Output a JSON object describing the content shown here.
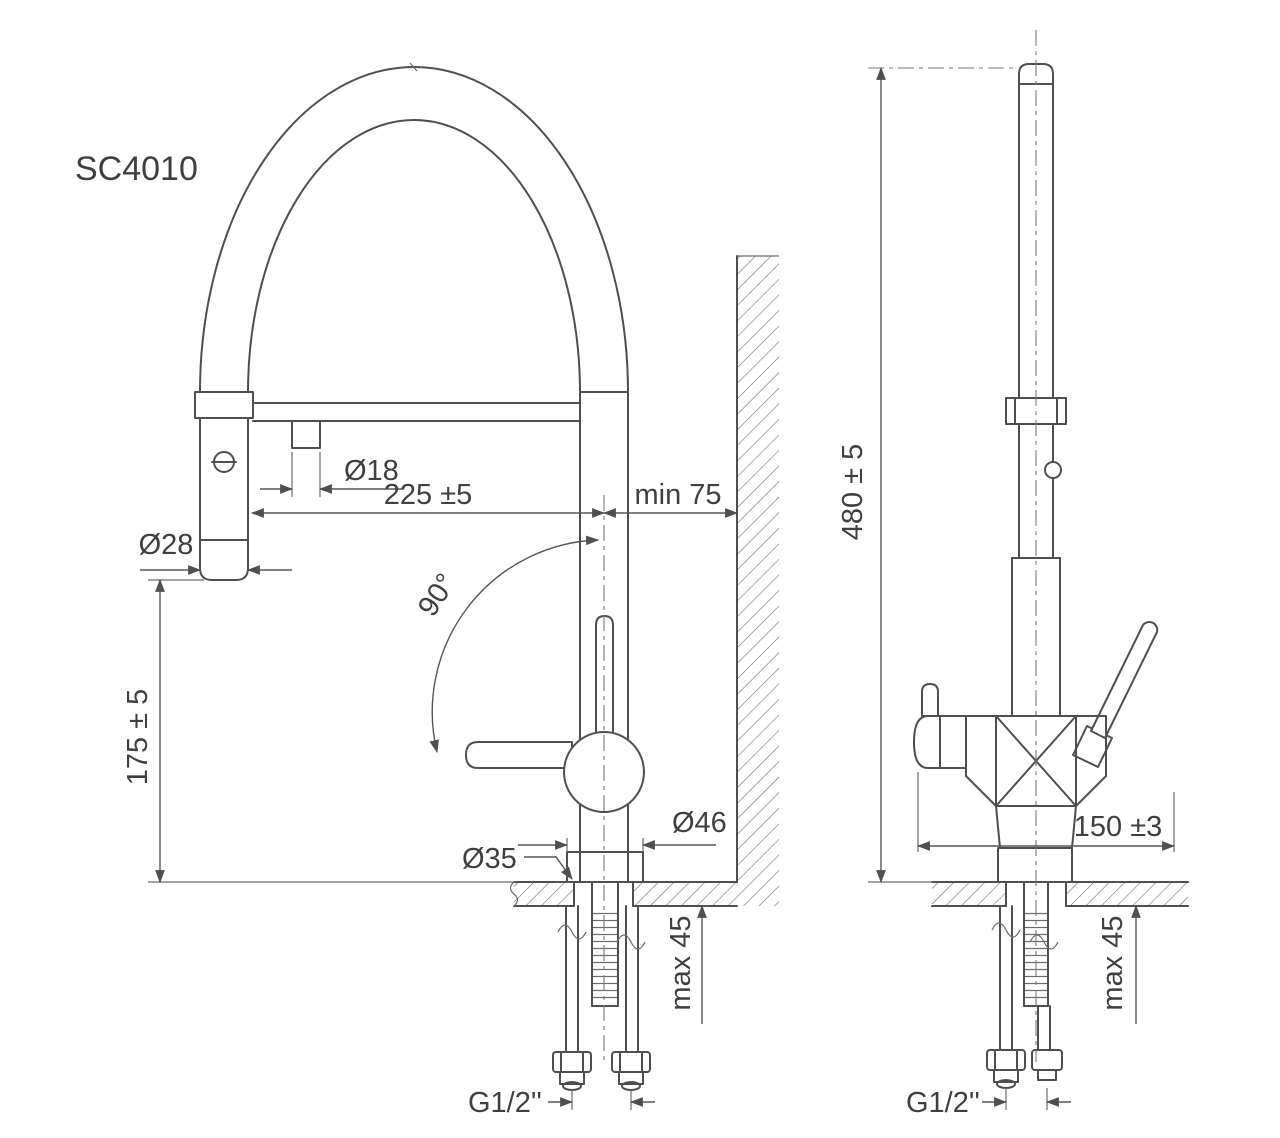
{
  "colors": {
    "line_color": "#4f4f4f",
    "text_color": "#3f3f3f",
    "background": "#ffffff"
  },
  "drawing": {
    "model": "SC4010"
  },
  "front_view": {
    "label_spout_tip_diameter": "Ø18",
    "label_spout_reach": "225 ±5",
    "label_wall_distance": "min 75",
    "label_spray_head_diameter": "Ø28",
    "label_spray_head_height": "175 ± 5",
    "label_handle_swing": "90°",
    "label_body_diameter": "Ø46",
    "label_mounting_hole_diameter": "Ø35",
    "label_max_deck_thickness": "max 45",
    "label_supply_thread": "G1/2''"
  },
  "side_view": {
    "label_total_height": "480 ± 5",
    "label_depth": "150 ±3",
    "label_max_deck_thickness": "max 45",
    "label_supply_thread": "G1/2''"
  }
}
